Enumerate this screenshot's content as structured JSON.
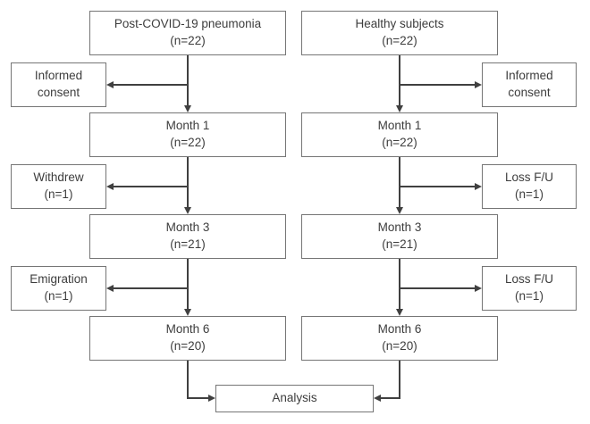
{
  "figure": {
    "left": {
      "enrollment": [
        "Post-COVID-19 pneumonia",
        "(n=22)"
      ],
      "consent": [
        "Informed",
        "consent"
      ],
      "month1": [
        "Month 1",
        "(n=22)"
      ],
      "dropout1": [
        "Withdrew",
        "(n=1)"
      ],
      "month3": [
        "Month 3",
        "(n=21)"
      ],
      "dropout2": [
        "Emigration",
        "(n=1)"
      ],
      "month6": [
        "Month 6",
        "(n=20)"
      ]
    },
    "right": {
      "enrollment": [
        "Healthy subjects",
        "(n=22)"
      ],
      "consent": [
        "Informed",
        "consent"
      ],
      "month1": [
        "Month 1",
        "(n=22)"
      ],
      "dropout1": [
        "Loss F/U",
        "(n=1)"
      ],
      "month3": [
        "Month 3",
        "(n=21)"
      ],
      "dropout2": [
        "Loss F/U",
        "(n=1)"
      ],
      "month6": [
        "Month 6",
        "(n=20)"
      ]
    },
    "analysis": "Analysis",
    "colors": {
      "background": "#ffffff",
      "box_border": "#757575",
      "arrow": "#404040",
      "text": "#3d3d3d"
    }
  }
}
